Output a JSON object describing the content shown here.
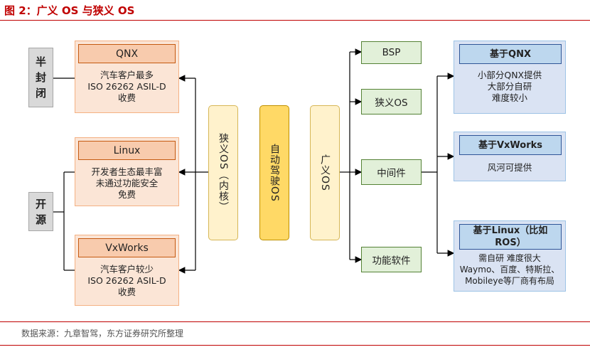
{
  "title": "图 2：广义 OS 与狭义 OS",
  "labels": {
    "semi_closed": "半封闭",
    "open_source": "开源"
  },
  "left_boxes": [
    {
      "header": "QNX",
      "body": "汽车客户最多\nISO 26262 ASIL-D\n收费"
    },
    {
      "header": "Linux",
      "body": "开发者生态最丰富\n未通过功能安全\n免费"
    },
    {
      "header": "VxWorks",
      "body": "汽车客户较少\nISO 26262 ASIL-D\n收费"
    }
  ],
  "center": {
    "narrow_os": "狭义OS（内核）",
    "autonomous_os": "自动驾驶OS",
    "broad_os": "广义OS"
  },
  "components": [
    "BSP",
    "狭义OS",
    "中间件",
    "功能软件"
  ],
  "right_boxes": [
    {
      "header": "基于QNX",
      "body": "小部分QNX提供\n大部分自研\n难度较小"
    },
    {
      "header": "基于VxWorks",
      "body": "风河可提供"
    },
    {
      "header": "基于Linux（比如\nROS）",
      "body": "需自研    难度很大\nWaymo、百度、特斯拉、\nMobileye等厂商有布局"
    }
  ],
  "source": "数据来源：九章智驾，东方证券研究所整理"
}
